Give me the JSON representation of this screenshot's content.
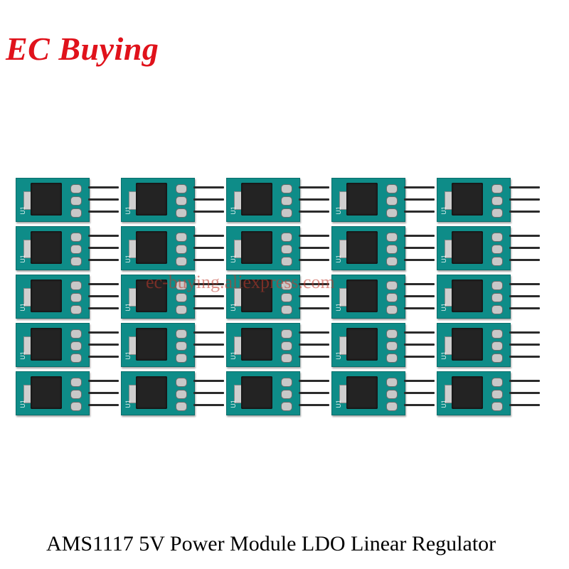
{
  "brand": {
    "text": "EC Buying",
    "color": "#e0121b"
  },
  "watermark": {
    "text": "ec-buying.aliexpress.com"
  },
  "caption": {
    "text": "AMS1117 5V Power Module LDO Linear Regulator"
  },
  "product": {
    "module_label": "U1",
    "rows": 5,
    "columns": 5,
    "pcb_color": "#0e8c88"
  }
}
